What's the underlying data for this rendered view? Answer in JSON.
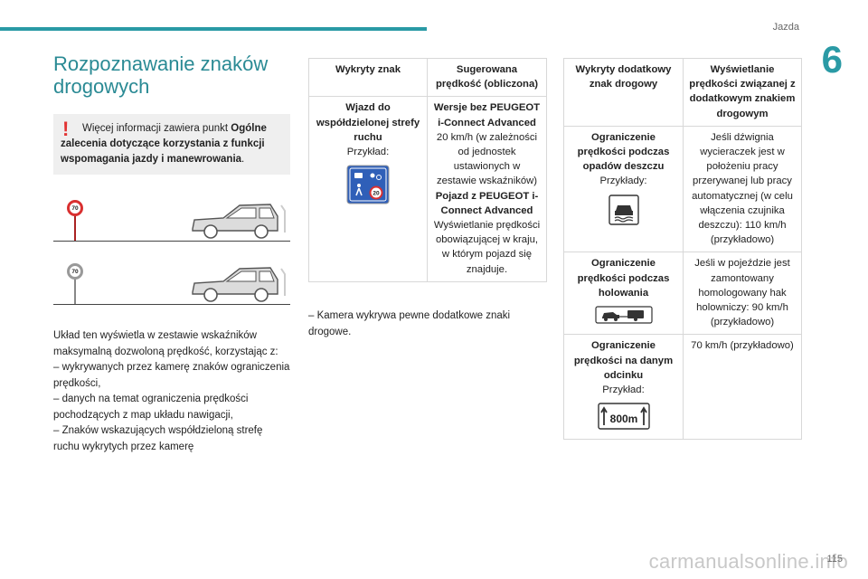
{
  "header": {
    "section": "Jazda",
    "chapter": "6",
    "page_number": "115",
    "watermark": "carmanualsonline.info"
  },
  "colors": {
    "accent": "#2a9aa5",
    "warning": "#e23333"
  },
  "col1": {
    "title_line1": "Rozpoznawanie znaków",
    "title_line2": "drogowych",
    "note_icon": "!",
    "note_text_pre": "Więcej informacji zawiera punkt ",
    "note_text_bold": "Ogólne zalecenia dotyczące korzystania z funkcji wspomagania jazdy i manewrowania",
    "note_text_post": ".",
    "illus_sign_1": "70",
    "illus_sign_2": "70",
    "body_line1": "Układ ten wyświetla w zestawie wskaźników maksymalną dozwoloną prędkość, korzystając z:",
    "body_line2": "–  wykrywanych przez kamerę znaków ograniczenia prędkości,",
    "body_line3": "–  danych na temat ograniczenia prędkości pochodzących z map układu nawigacji,",
    "body_line4": "–  Znaków wskazujących współdzieloną strefę ruchu wykrytych przez kamerę"
  },
  "table_main": {
    "header_col1": "Wykryty znak",
    "header_col2": "Sugerowana prędkość (obliczona)",
    "row1_col1_bold": "Wjazd do współdzielonej strefy ruchu",
    "row1_col1_text": "Przykład:",
    "row1_sign_speed": "20",
    "row1_col2_bold1": "Wersje bez PEUGEOT i-Connect Advanced",
    "row1_col2_text1": "20 km/h (w zależności od jednostek ustawionych w zestawie wskaźników)",
    "row1_col2_bold2": "Pojazd z PEUGEOT i-Connect Advanced",
    "row1_col2_text2": "Wyświetlanie prędkości obowiązującej w kraju, w którym pojazd się znajduje.",
    "footnote": "–  Kamera wykrywa pewne dodatkowe znaki drogowe."
  },
  "table_extra": {
    "header_col1": "Wykryty dodatkowy znak drogowy",
    "header_col2": "Wyświetlanie prędkości związanej z dodatkowym znakiem drogowym",
    "rows": [
      {
        "label_bold": "Ograniczenie prędkości podczas opadów deszczu",
        "label_text": "Przykłady:",
        "value": "Jeśli dźwignia wycieraczek jest w położeniu pracy przerywanej lub pracy automatycznej (w celu włączenia czujnika deszczu): 110 km/h (przykładowo)"
      },
      {
        "label_bold": "Ograniczenie prędkości podczas holowania",
        "label_text": "",
        "value": "Jeśli w pojeździe jest zamontowany homologowany hak holowniczy: 90 km/h (przykładowo)"
      },
      {
        "label_bold": "Ograniczenie prędkości na danym odcinku",
        "label_text": "Przykład:",
        "sign_text": "800m",
        "value": "70 km/h (przykładowo)"
      }
    ]
  }
}
